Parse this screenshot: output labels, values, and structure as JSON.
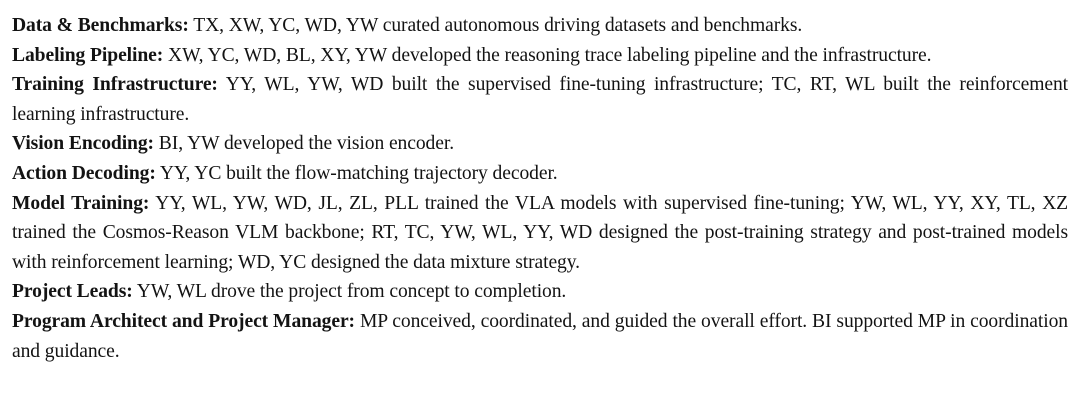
{
  "document": {
    "section_type": "author-contributions-statement",
    "text_color": "#131313",
    "background_color": "#ffffff",
    "entries": [
      {
        "label": "Data & Benchmarks:",
        "body": "TX, XW, YC, WD, YW curated autonomous driving datasets and benchmarks."
      },
      {
        "label": "Labeling Pipeline:",
        "body": "XW, YC, WD, BL, XY, YW developed the reasoning trace labeling pipeline and the infrastructure."
      },
      {
        "label": "Training Infrastructure:",
        "body": "YY, WL, YW, WD built the supervised fine-tuning infrastructure; TC, RT, WL built the reinforcement learning infrastructure."
      },
      {
        "label": "Vision Encoding:",
        "body": "BI, YW developed the vision encoder."
      },
      {
        "label": "Action Decoding:",
        "body": "YY, YC built the flow-matching trajectory decoder."
      },
      {
        "label": "Model Training:",
        "body": "YY, WL, YW, WD, JL, ZL, PLL trained the VLA models with supervised fine-tuning; YW, WL, YY, XY, TL, XZ trained the Cosmos-Reason VLM backbone; RT, TC, YW, WL, YY, WD designed the post-training strategy and post-trained models with reinforcement learning; WD, YC designed the data mixture strategy."
      },
      {
        "label": "Project Leads:",
        "body": "YW, WL drove the project from concept to completion."
      },
      {
        "label": "Program Architect and Project Manager:",
        "body": "MP conceived, coordinated, and guided the overall effort.  BI supported MP in coordination and guidance."
      }
    ]
  }
}
